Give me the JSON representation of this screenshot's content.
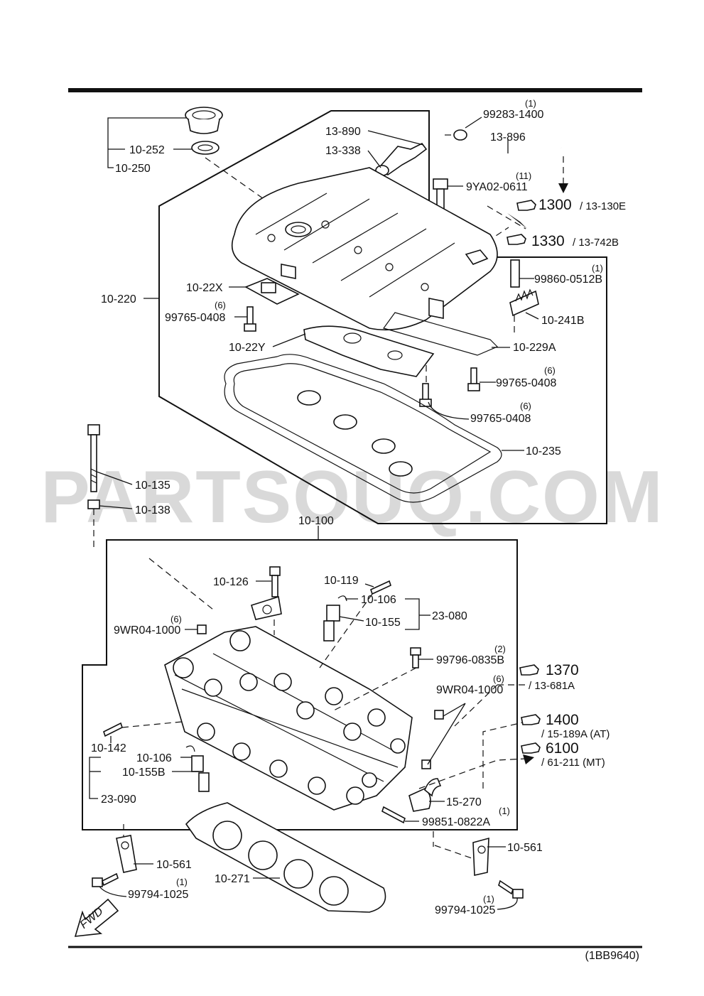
{
  "watermark": "PARTSOUQ.COM",
  "diagram_code": "(1BB9640)",
  "fwd_label": "FWD",
  "parts": {
    "p99283_1400": {
      "number": "99283-1400",
      "qty": "(1)"
    },
    "p13_890": {
      "number": "13-890"
    },
    "p13_896": {
      "number": "13-896"
    },
    "p13_338": {
      "number": "13-338"
    },
    "p10_252": {
      "number": "10-252"
    },
    "p10_250": {
      "number": "10-250"
    },
    "p9YA02_0611": {
      "number": "9YA02-0611",
      "qty": "(11)"
    },
    "p10_220": {
      "number": "10-220"
    },
    "p10_22X": {
      "number": "10-22X"
    },
    "p99765_0408_a": {
      "number": "99765-0408",
      "qty": "(6)"
    },
    "p99860_0512B": {
      "number": "99860-0512B",
      "qty": "(1)"
    },
    "p10_241B": {
      "number": "10-241B"
    },
    "p10_22Y": {
      "number": "10-22Y"
    },
    "p10_229A": {
      "number": "10-229A"
    },
    "p99765_0408_b": {
      "number": "99765-0408",
      "qty": "(6)"
    },
    "p99765_0408_c": {
      "number": "99765-0408",
      "qty": "(6)"
    },
    "p10_235": {
      "number": "10-235"
    },
    "p10_135": {
      "number": "10-135"
    },
    "p10_138": {
      "number": "10-138"
    },
    "p10_100": {
      "number": "10-100"
    },
    "p10_126": {
      "number": "10-126"
    },
    "p10_119": {
      "number": "10-119"
    },
    "p10_106_a": {
      "number": "10-106"
    },
    "p10_155": {
      "number": "10-155"
    },
    "p23_080": {
      "number": "23-080"
    },
    "p9WR04_1000_a": {
      "number": "9WR04-1000",
      "qty": "(6)"
    },
    "p99796_0835B": {
      "number": "99796-0835B",
      "qty": "(2)"
    },
    "p9WR04_1000_b": {
      "number": "9WR04-1000",
      "qty": "(6)"
    },
    "p10_142": {
      "number": "10-142"
    },
    "p10_106_b": {
      "number": "10-106"
    },
    "p10_155B": {
      "number": "10-155B"
    },
    "p23_090": {
      "number": "23-090"
    },
    "p15_270": {
      "number": "15-270"
    },
    "p99851_0822A": {
      "number": "99851-0822A",
      "qty": "(1)"
    },
    "p10_561_a": {
      "number": "10-561"
    },
    "p10_561_b": {
      "number": "10-561"
    },
    "p10_271": {
      "number": "10-271"
    },
    "p99794_1025_a": {
      "number": "99794-1025",
      "qty": "(1)"
    },
    "p99794_1025_b": {
      "number": "99794-1025",
      "qty": "(1)"
    }
  },
  "references": [
    {
      "code": "1300",
      "sub": "/ 13-130E"
    },
    {
      "code": "1330",
      "sub": "/ 13-742B"
    },
    {
      "code": "1370",
      "sub": "/ 13-681A"
    },
    {
      "code": "1400",
      "sub": "/ 15-189A (AT)"
    },
    {
      "code": "6100",
      "sub": "/ 61-211 (MT)"
    }
  ]
}
